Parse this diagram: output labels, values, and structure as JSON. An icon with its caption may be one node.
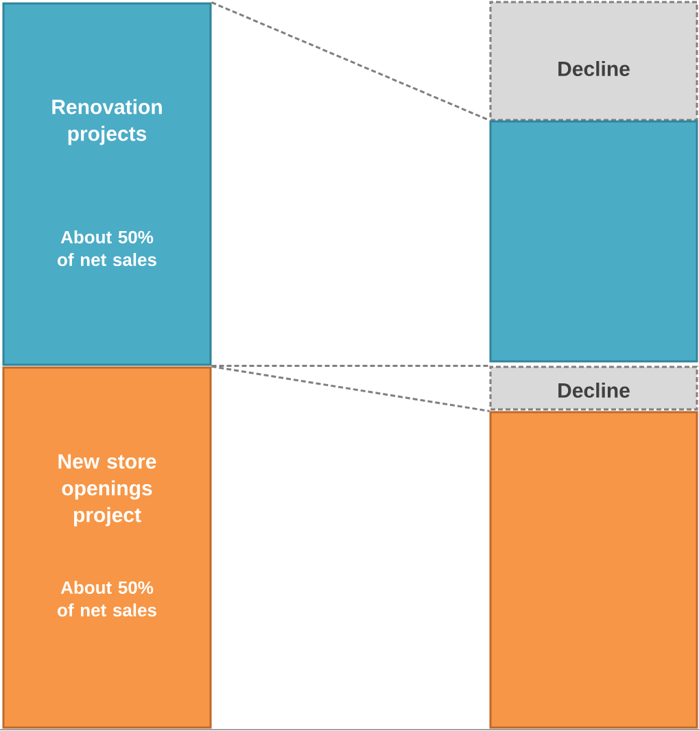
{
  "diagram": {
    "nodes": [
      {
        "text": [
          "Renovation projects",
          "About 50% of net sales"
        ]
      },
      {
        "text": [
          "New store openings project",
          "About 50% of net sales"
        ]
      },
      {
        "text": [
          "Decline"
        ]
      },
      {
        "text": [],
        "shape": "box"
      },
      {
        "text": [
          "Decline"
        ]
      },
      {
        "text": [],
        "shape": "box"
      }
    ],
    "edges": [
      {
        "from": 0,
        "to": 3,
        "arrow": "none",
        "style": "dashed"
      },
      {
        "from": 0,
        "to": 4,
        "arrow": "none",
        "style": "dashed"
      },
      {
        "from": 1,
        "to": 5,
        "arrow": "none",
        "style": "dashed"
      }
    ]
  }
}
